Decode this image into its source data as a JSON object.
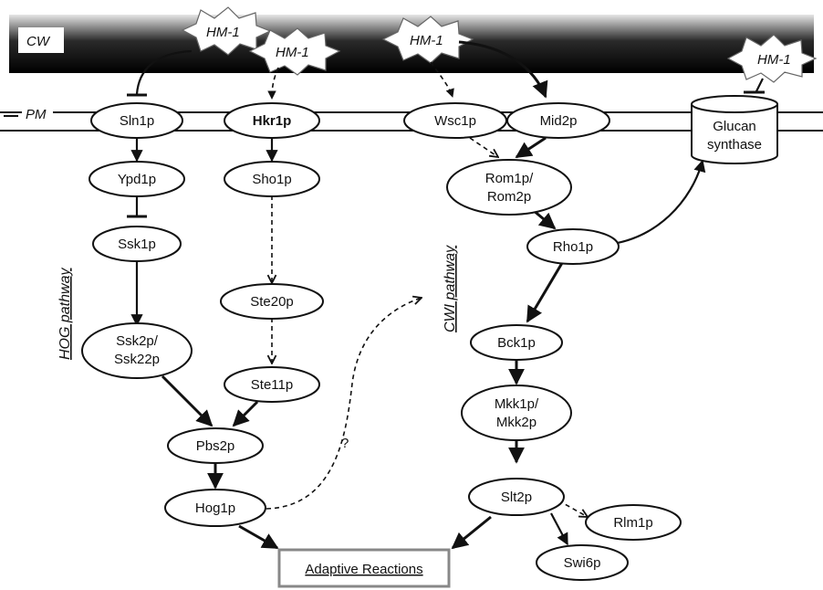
{
  "regions": {
    "cell_wall": "CW",
    "plasma_membrane": "PM"
  },
  "compound": "HM-1",
  "pathways": {
    "hog": "HOG pathway",
    "cwi": "CWI pathway"
  },
  "nodes": {
    "sln1p": "Sln1p",
    "hkr1p": "Hkr1p",
    "wsc1p": "Wsc1p",
    "mid2p": "Mid2p",
    "glucan_line1": "Glucan",
    "glucan_line2": "synthase",
    "ypd1p": "Ypd1p",
    "ssk1p": "Ssk1p",
    "ssk2p_line1": "Ssk2p/",
    "ssk2p_line2": "Ssk22p",
    "sho1p": "Sho1p",
    "ste20p": "Ste20p",
    "ste11p": "Ste11p",
    "pbs2p": "Pbs2p",
    "hog1p": "Hog1p",
    "rom_line1": "Rom1p/",
    "rom_line2": "Rom2p",
    "rho1p": "Rho1p",
    "bck1p": "Bck1p",
    "mkk_line1": "Mkk1p/",
    "mkk_line2": "Mkk2p",
    "slt2p": "Slt2p",
    "rlm1p": "Rlm1p",
    "swi6p": "Swi6p"
  },
  "unknown_link": "?",
  "output": "Adaptive Reactions"
}
